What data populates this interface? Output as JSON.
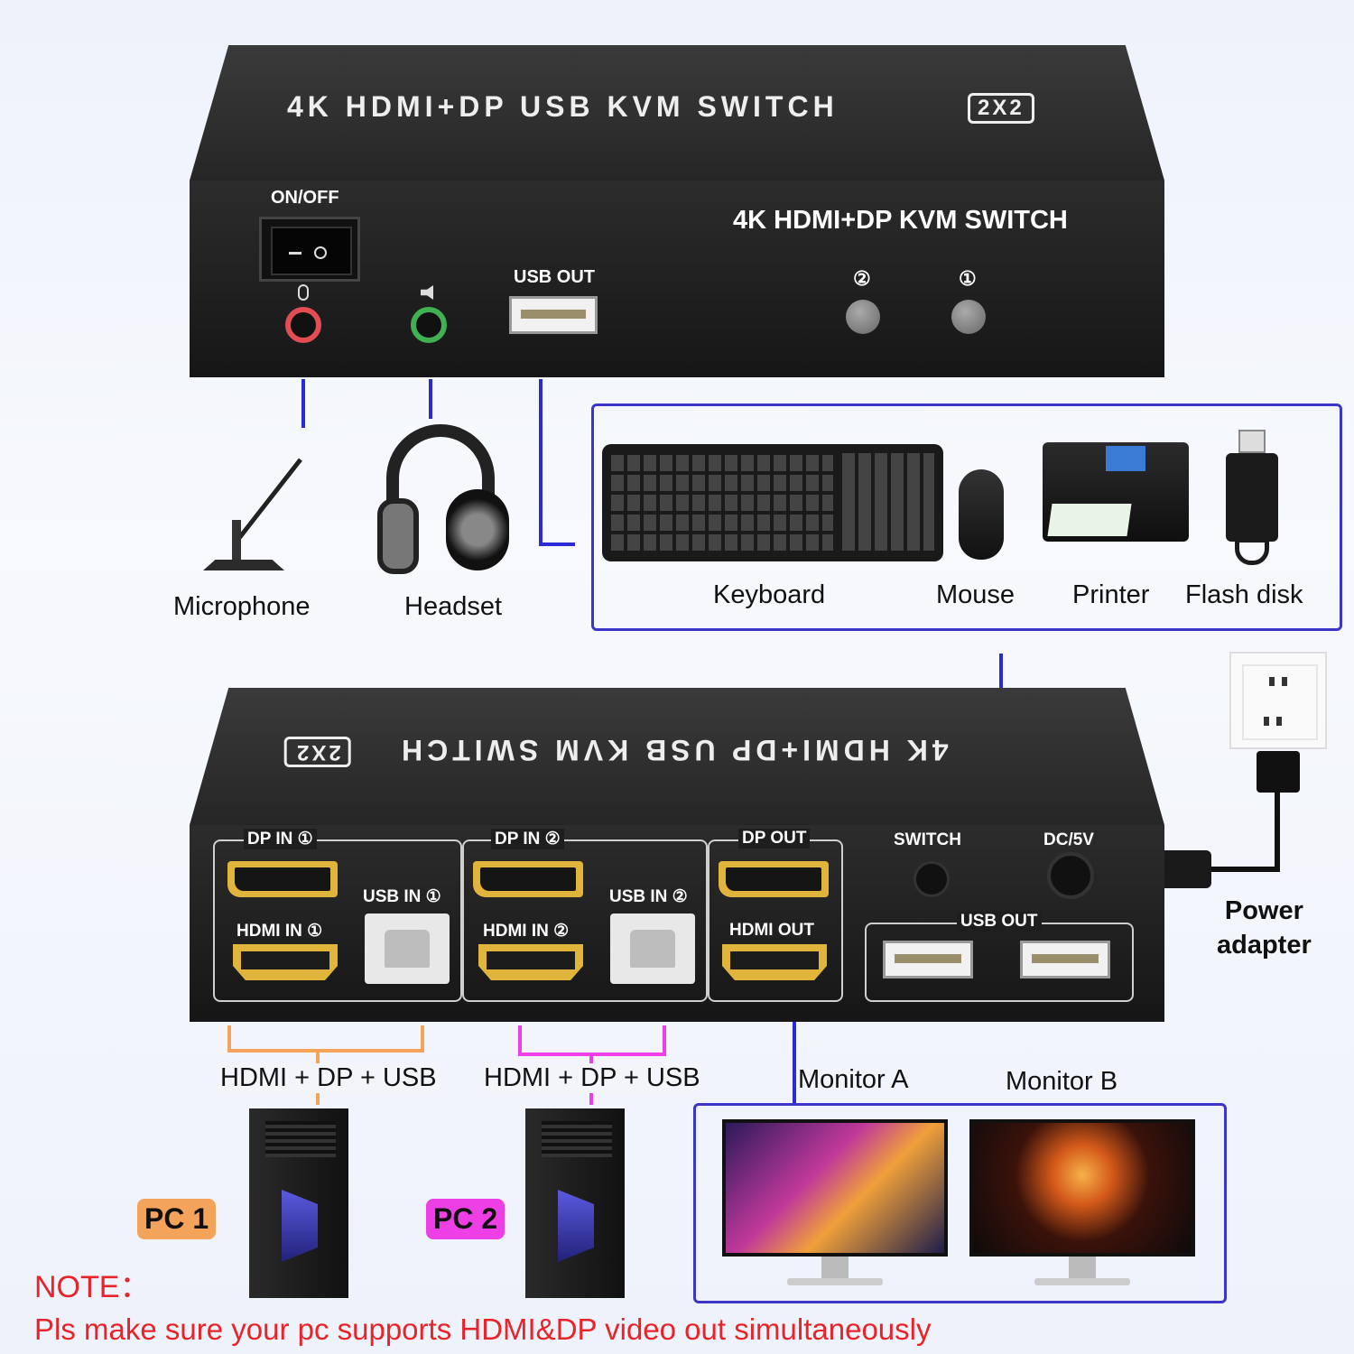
{
  "top_device": {
    "top_label": "4K HDMI+DP USB KVM SWITCH",
    "top_badge": "2X2",
    "front_label": "4K HDMI+DP KVM SWITCH",
    "power_label": "ON/OFF",
    "usb_out_label": "USB OUT",
    "button_2": "②",
    "button_1": "①"
  },
  "peripherals": {
    "microphone": "Microphone",
    "headset": "Headset",
    "keyboard": "Keyboard",
    "mouse": "Mouse",
    "printer": "Printer",
    "flash_disk": "Flash disk"
  },
  "bottom_device": {
    "top_label_mirrored": "4K HDMI+DP USB KVM SWITCH",
    "top_badge": "2X2",
    "dp_in_1": "DP IN ①",
    "dp_in_2": "DP IN ②",
    "dp_out": "DP OUT",
    "usb_in_1": "USB IN ①",
    "usb_in_2": "USB IN ②",
    "hdmi_in_1": "HDMI IN ①",
    "hdmi_in_2": "HDMI IN ②",
    "hdmi_out": "HDMI OUT",
    "switch": "SWITCH",
    "dc": "DC/5V",
    "usb_out": "USB OUT"
  },
  "power_adapter": "Power\nadapter",
  "pc1_cable": "HDMI + DP + USB",
  "pc2_cable": "HDMI + DP + USB",
  "pc1": "PC 1",
  "pc2": "PC 2",
  "monitor_a": "Monitor A",
  "monitor_b": "Monitor B",
  "note_title": "NOTE：",
  "note_text": "Pls make sure your pc supports HDMI&DP video out simultaneously",
  "colors": {
    "line_blue": "#2b2bd6",
    "pc1_orange": "#f3a35a",
    "pc2_magenta": "#ee3ee6",
    "note_red": "#e8232a"
  }
}
